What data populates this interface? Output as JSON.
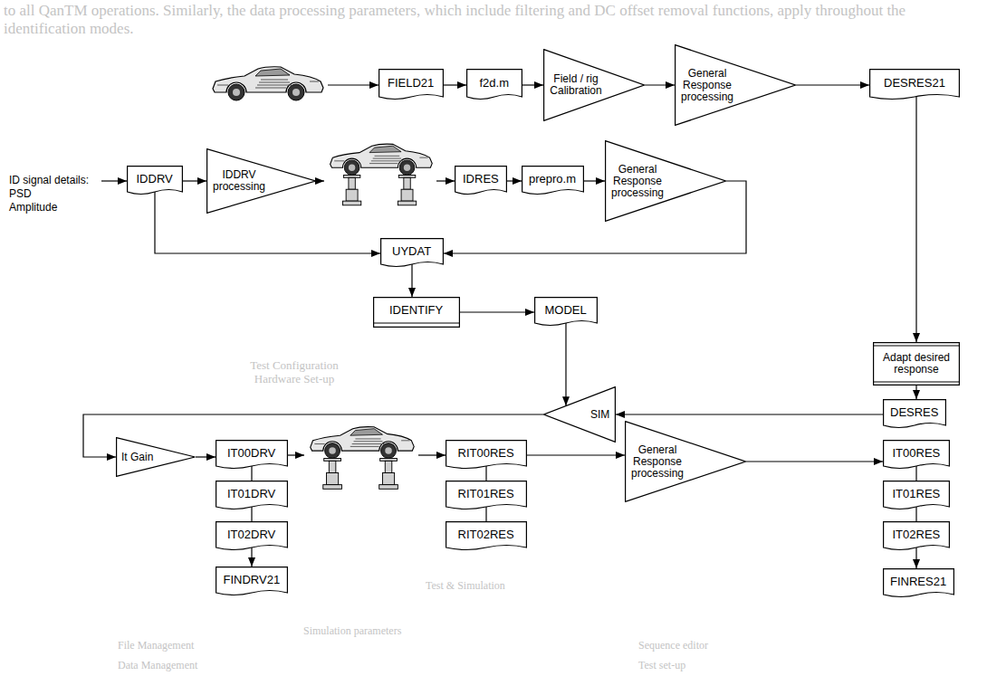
{
  "diagram": {
    "nodes": [
      {
        "text": [
          "FIELD21"
        ]
      },
      {
        "text": [
          "f2d.m"
        ]
      },
      {
        "text": [
          "Field / rig Calibration"
        ]
      },
      {
        "text": [
          "General Response processing"
        ]
      },
      {
        "text": [
          "DESRES21"
        ]
      },
      {
        "text": [
          "IDDRV"
        ]
      },
      {
        "text": [
          "IDDRV processing"
        ]
      },
      {
        "text": [
          "IDRES"
        ]
      },
      {
        "text": [
          "prepro.m"
        ]
      },
      {
        "text": [
          "General Response processing"
        ]
      },
      {
        "text": [
          "UYDAT"
        ]
      },
      {
        "text": [
          "IDENTIFY"
        ]
      },
      {
        "text": [
          "MODEL"
        ]
      },
      {
        "text": [
          "Adapt desired response"
        ]
      },
      {
        "text": [
          "DESRES"
        ]
      },
      {
        "text": [
          "SIM"
        ]
      },
      {
        "text": [
          "It Gain"
        ]
      },
      {
        "text": [
          "IT00DRV"
        ]
      },
      {
        "text": [
          "IT01DRV"
        ]
      },
      {
        "text": [
          "IT02DRV"
        ]
      },
      {
        "text": [
          "FINDRV21"
        ]
      },
      {
        "text": [
          "RIT00RES"
        ]
      },
      {
        "text": [
          "RIT01RES"
        ]
      },
      {
        "text": [
          "RIT02RES"
        ]
      },
      {
        "text": [
          "General Response processing"
        ]
      },
      {
        "text": [
          "IT00RES"
        ]
      },
      {
        "text": [
          "IT01RES"
        ]
      },
      {
        "text": [
          "IT02RES"
        ]
      },
      {
        "text": [
          "FINRES21"
        ]
      }
    ],
    "edges": [
      {
        "from": 0,
        "to": 1,
        "arrow": "to"
      },
      {
        "from": 1,
        "to": 2,
        "arrow": "to"
      },
      {
        "from": 2,
        "to": 3,
        "arrow": "to"
      },
      {
        "from": 3,
        "to": 4,
        "arrow": "to"
      },
      {
        "from": 5,
        "to": 6,
        "arrow": "to"
      },
      {
        "from": 7,
        "to": 8,
        "arrow": "to"
      },
      {
        "from": 8,
        "to": 9,
        "arrow": "to"
      },
      {
        "from": 5,
        "to": 10,
        "arrow": "to"
      },
      {
        "from": 9,
        "to": 10,
        "arrow": "to"
      },
      {
        "from": 10,
        "to": 11,
        "arrow": "to"
      },
      {
        "from": 11,
        "to": 12,
        "arrow": "to"
      },
      {
        "from": 12,
        "to": 15,
        "arrow": "to"
      },
      {
        "from": 4,
        "to": 13,
        "arrow": "to"
      },
      {
        "from": 13,
        "to": 14,
        "arrow": "to"
      },
      {
        "from": 14,
        "to": 15,
        "arrow": "to"
      },
      {
        "from": 15,
        "to": 16,
        "arrow": "to"
      },
      {
        "from": 16,
        "to": 17,
        "arrow": "to"
      },
      {
        "from": 17,
        "to": 18,
        "arrow": "none"
      },
      {
        "from": 18,
        "to": 19,
        "arrow": "none"
      },
      {
        "from": 19,
        "to": 20,
        "arrow": "to"
      },
      {
        "from": 21,
        "to": 22,
        "arrow": "none"
      },
      {
        "from": 22,
        "to": 23,
        "arrow": "none"
      },
      {
        "from": 21,
        "to": 24,
        "arrow": "to"
      },
      {
        "from": 24,
        "to": 25,
        "arrow": "to"
      },
      {
        "from": 25,
        "to": 26,
        "arrow": "none"
      },
      {
        "from": 26,
        "to": 27,
        "arrow": "none"
      },
      {
        "from": 27,
        "to": 28,
        "arrow": "to"
      }
    ],
    "labels": [
      "ID signal details:",
      "PSD",
      "Amplitude",
      "to all QanTM operations. Similarly, the data processing parameters, which include filtering and DC offset removal functions, apply throughout the identification modes.",
      "Test Configuration Hardware Set-up",
      "Simulation parameters",
      "Test & Simulation",
      "File Management",
      "Data Management",
      "Sequence editor",
      "Test set-up"
    ]
  }
}
